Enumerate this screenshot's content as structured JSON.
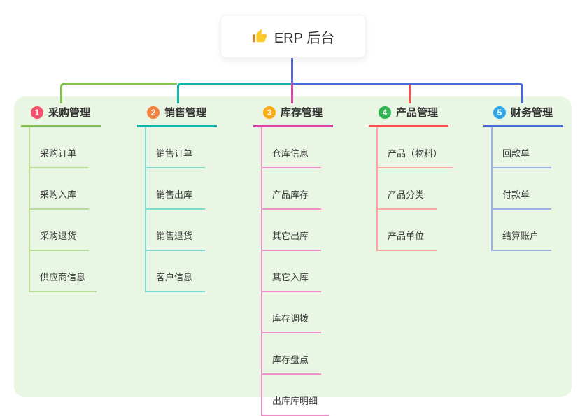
{
  "root": {
    "title": "ERP 后台",
    "icon": "thumbs-up-icon"
  },
  "colors": {
    "page_background": "#ffffff",
    "panel_background": "#eaf6e4",
    "root_line": "#5c68d6",
    "title_text": "#333333",
    "item_text": "#3d3d3d"
  },
  "branches": [
    {
      "number": "1",
      "name": "采购管理",
      "badge_color": "#f4516c",
      "line_color": "#83c051",
      "sub_line_color": "#b9dd98",
      "items": [
        "采购订单",
        "采购入库",
        "采购退货",
        "供应商信息"
      ]
    },
    {
      "number": "2",
      "name": "销售管理",
      "badge_color": "#f5813e",
      "line_color": "#0fb6a9",
      "sub_line_color": "#7fd9cf",
      "items": [
        "销售订单",
        "销售出库",
        "销售退货",
        "客户信息"
      ]
    },
    {
      "number": "3",
      "name": "库存管理",
      "badge_color": "#fbad17",
      "line_color": "#dc45a6",
      "sub_line_color": "#f090c8",
      "items": [
        "仓库信息",
        "产品库存",
        "其它出库",
        "其它入库",
        "库存调拨",
        "库存盘点",
        "出库库明细"
      ]
    },
    {
      "number": "4",
      "name": "产品管理",
      "badge_color": "#2db34f",
      "line_color": "#f9504e",
      "sub_line_color": "#f9a7a3",
      "items": [
        "产品（物料）",
        "产品分类",
        "产品单位"
      ]
    },
    {
      "number": "5",
      "name": "财务管理",
      "badge_color": "#2ea6e8",
      "line_color": "#4a6bd5",
      "sub_line_color": "#9db1e4",
      "items": [
        "回款单",
        "付款单",
        "结算账户"
      ]
    }
  ]
}
